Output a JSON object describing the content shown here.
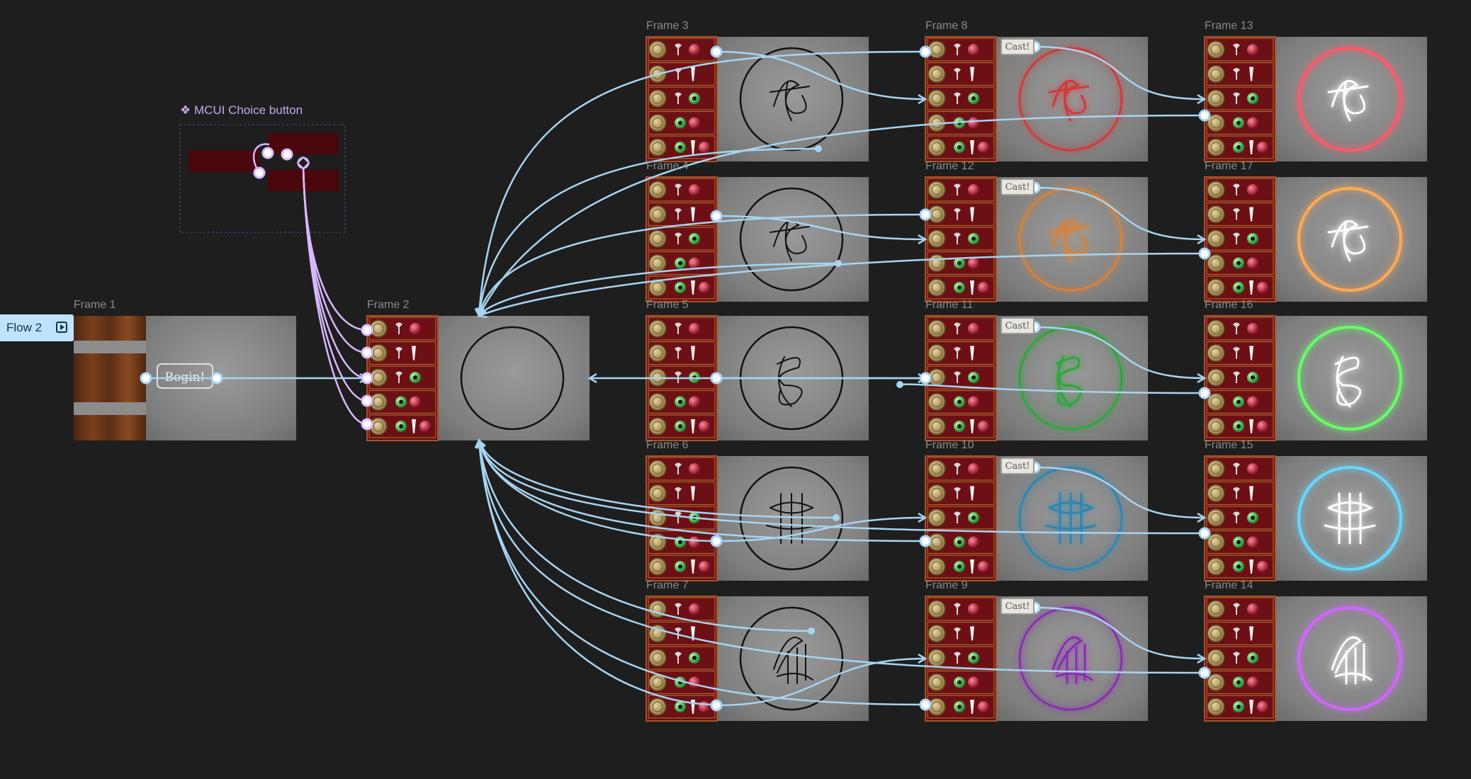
{
  "flow": {
    "label": "Flow 2"
  },
  "component": {
    "label": "MCUI Choice button",
    "icon": "component-icon",
    "color": "#c6a8f0"
  },
  "begin_button": {
    "label": "Begin!"
  },
  "cast_button": {
    "label": "Cast!"
  },
  "frames": [
    {
      "name": "Frame 1",
      "kind": "title"
    },
    {
      "name": "Frame 2",
      "kind": "board"
    },
    {
      "name": "Frame 3",
      "kind": "sigil",
      "glow": "none"
    },
    {
      "name": "Frame 4",
      "kind": "sigil",
      "glow": "none"
    },
    {
      "name": "Frame 5",
      "kind": "sigil",
      "glow": "none"
    },
    {
      "name": "Frame 6",
      "kind": "sigil",
      "glow": "none"
    },
    {
      "name": "Frame 7",
      "kind": "sigil",
      "glow": "none"
    },
    {
      "name": "Frame 8",
      "kind": "cast",
      "glow": "#d03a3a"
    },
    {
      "name": "Frame 12",
      "kind": "cast",
      "glow": "#d8823a"
    },
    {
      "name": "Frame 11",
      "kind": "cast",
      "glow": "#2fa63a"
    },
    {
      "name": "Frame 10",
      "kind": "cast",
      "glow": "#2f86b0"
    },
    {
      "name": "Frame 9",
      "kind": "cast",
      "glow": "#8a2fb0"
    },
    {
      "name": "Frame 13",
      "kind": "final",
      "glow": "#ff5a6a"
    },
    {
      "name": "Frame 17",
      "kind": "final",
      "glow": "#ffaa55"
    },
    {
      "name": "Frame 16",
      "kind": "final",
      "glow": "#66ff66"
    },
    {
      "name": "Frame 15",
      "kind": "final",
      "glow": "#66d8ff"
    },
    {
      "name": "Frame 14",
      "kind": "final",
      "glow": "#d066ff"
    }
  ],
  "colors": {
    "canvas": "#1e1e1e",
    "connector": "#a8d4f2",
    "component_connector": "#d9b8ff",
    "panel": "#6a0f14",
    "stone": "#8c8c8c"
  }
}
